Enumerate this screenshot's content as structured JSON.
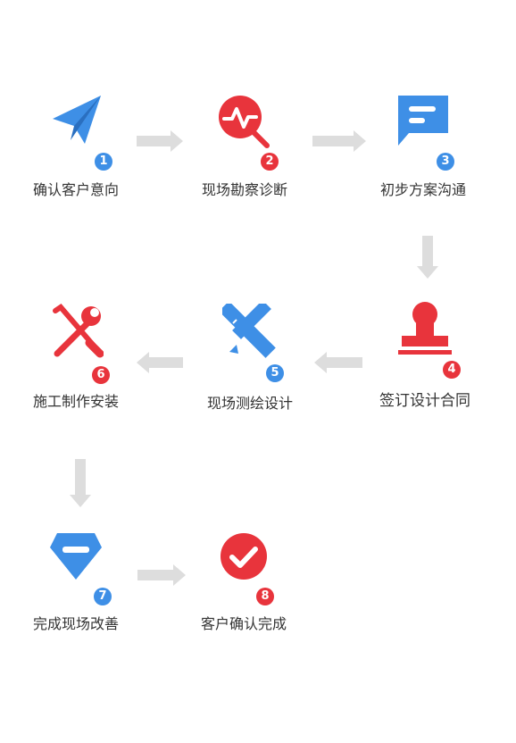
{
  "colors": {
    "blue": "#3e8fe6",
    "red": "#e8343c",
    "arrow": "#dddddd"
  },
  "steps": [
    {
      "number": "1",
      "label": "确认客户意向",
      "icon": "paper-plane-icon",
      "color": "blue"
    },
    {
      "number": "2",
      "label": "现场勘察诊断",
      "icon": "diagnosis-magnifier-icon",
      "color": "red"
    },
    {
      "number": "3",
      "label": "初步方案沟通",
      "icon": "chat-bubble-icon",
      "color": "blue"
    },
    {
      "number": "4",
      "label": "签订设计合同",
      "icon": "stamp-icon",
      "color": "red"
    },
    {
      "number": "5",
      "label": "现场测绘设计",
      "icon": "pencil-ruler-icon",
      "color": "blue"
    },
    {
      "number": "6",
      "label": "施工制作安装",
      "icon": "wrench-screwdriver-icon",
      "color": "red"
    },
    {
      "number": "7",
      "label": "完成现场改善",
      "icon": "gem-icon",
      "color": "blue"
    },
    {
      "number": "8",
      "label": "客户确认完成",
      "icon": "check-circle-icon",
      "color": "red"
    }
  ]
}
